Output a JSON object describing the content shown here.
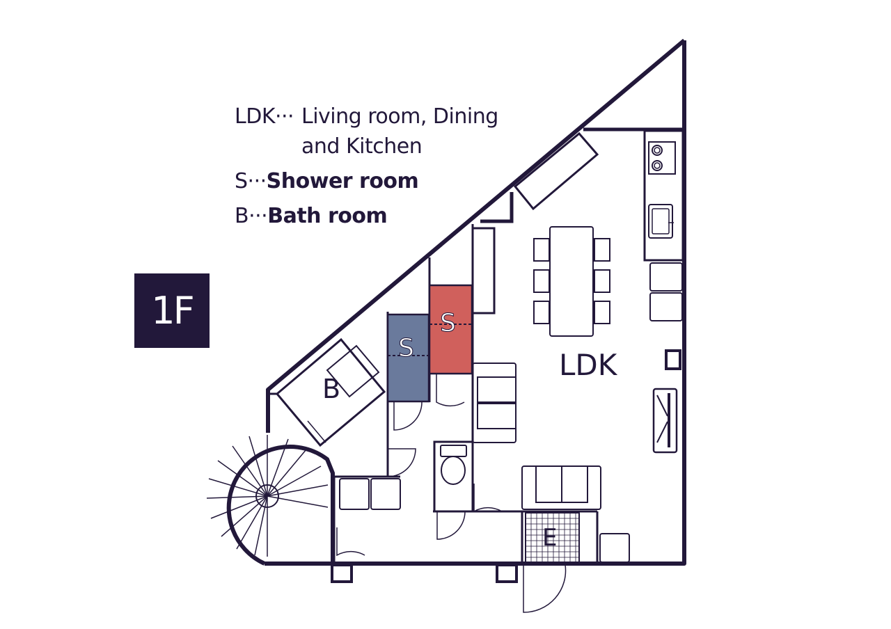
{
  "legend": {
    "ldk_key": "LDK···",
    "ldk_value_line1": "Living room, Dining",
    "ldk_value_line2": "and Kitchen",
    "s_key": "S···",
    "s_value": "Shower room",
    "b_key": "B···",
    "b_value": "Bath room"
  },
  "floor_label": "1F",
  "rooms": {
    "ldk": "LDK",
    "bath": "B",
    "shower_1": "S",
    "shower_2": "S",
    "entrance": "E"
  },
  "colors": {
    "line": "#22183a",
    "shower_blue": "#6a7a9c",
    "shower_red": "#d0605c",
    "background": "#ffffff"
  },
  "icons": [
    "spiral-staircase-icon",
    "toilet-icon",
    "sink-icon",
    "stove-icon",
    "tv-icon",
    "sofa-icon",
    "dining-table-icon",
    "bathtub-icon"
  ]
}
